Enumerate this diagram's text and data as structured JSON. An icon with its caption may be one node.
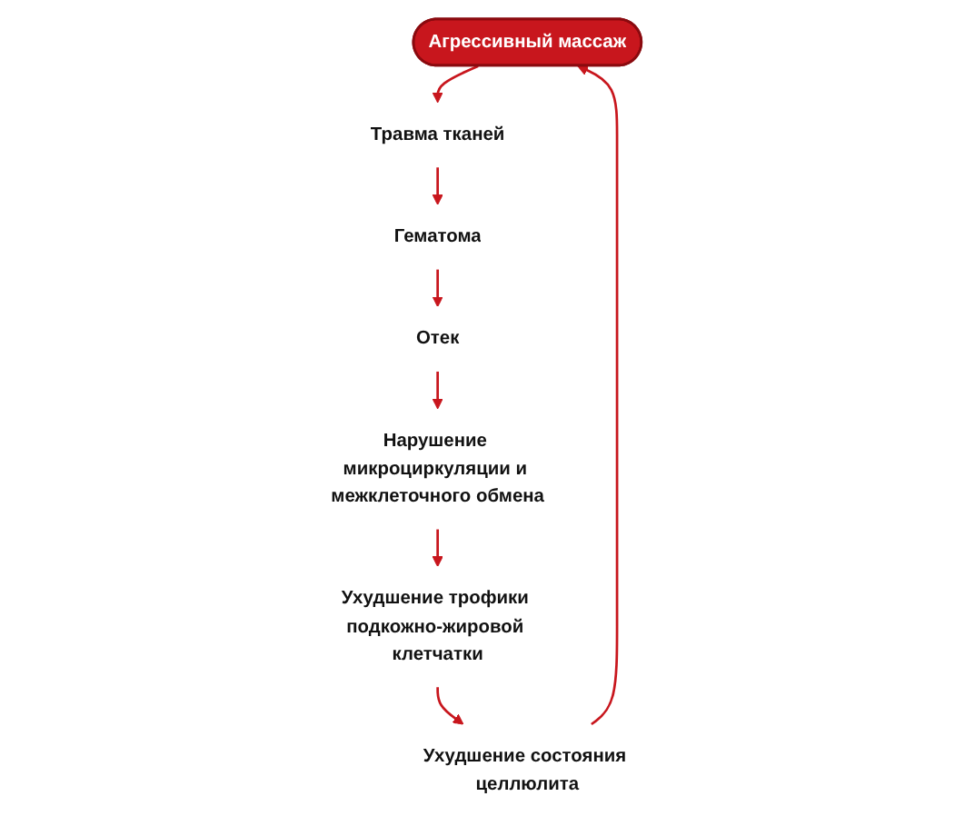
{
  "diagram": {
    "nodes": [
      {
        "text": [
          "Агрессивный массаж"
        ]
      },
      {
        "text": [
          "Травма тканей"
        ]
      },
      {
        "text": [
          "Гематома"
        ]
      },
      {
        "text": [
          "Отек"
        ]
      },
      {
        "text": [
          "Нарушение микроциркуляции и межклеточного обмена"
        ]
      },
      {
        "text": [
          "Ухудшение трофики подкожно-жировой клетчатки"
        ]
      },
      {
        "text": [
          "Ухудшение состояния целлюлита"
        ]
      }
    ],
    "edges": [
      {
        "from": 0,
        "to": 1,
        "arrow": "to"
      },
      {
        "from": 1,
        "to": 2,
        "arrow": "to"
      },
      {
        "from": 2,
        "to": 3,
        "arrow": "to"
      },
      {
        "from": 3,
        "to": 4,
        "arrow": "to"
      },
      {
        "from": 4,
        "to": 5,
        "arrow": "to"
      },
      {
        "from": 5,
        "to": 6,
        "arrow": "to"
      },
      {
        "from": 6,
        "to": 0,
        "arrow": "to"
      }
    ]
  }
}
